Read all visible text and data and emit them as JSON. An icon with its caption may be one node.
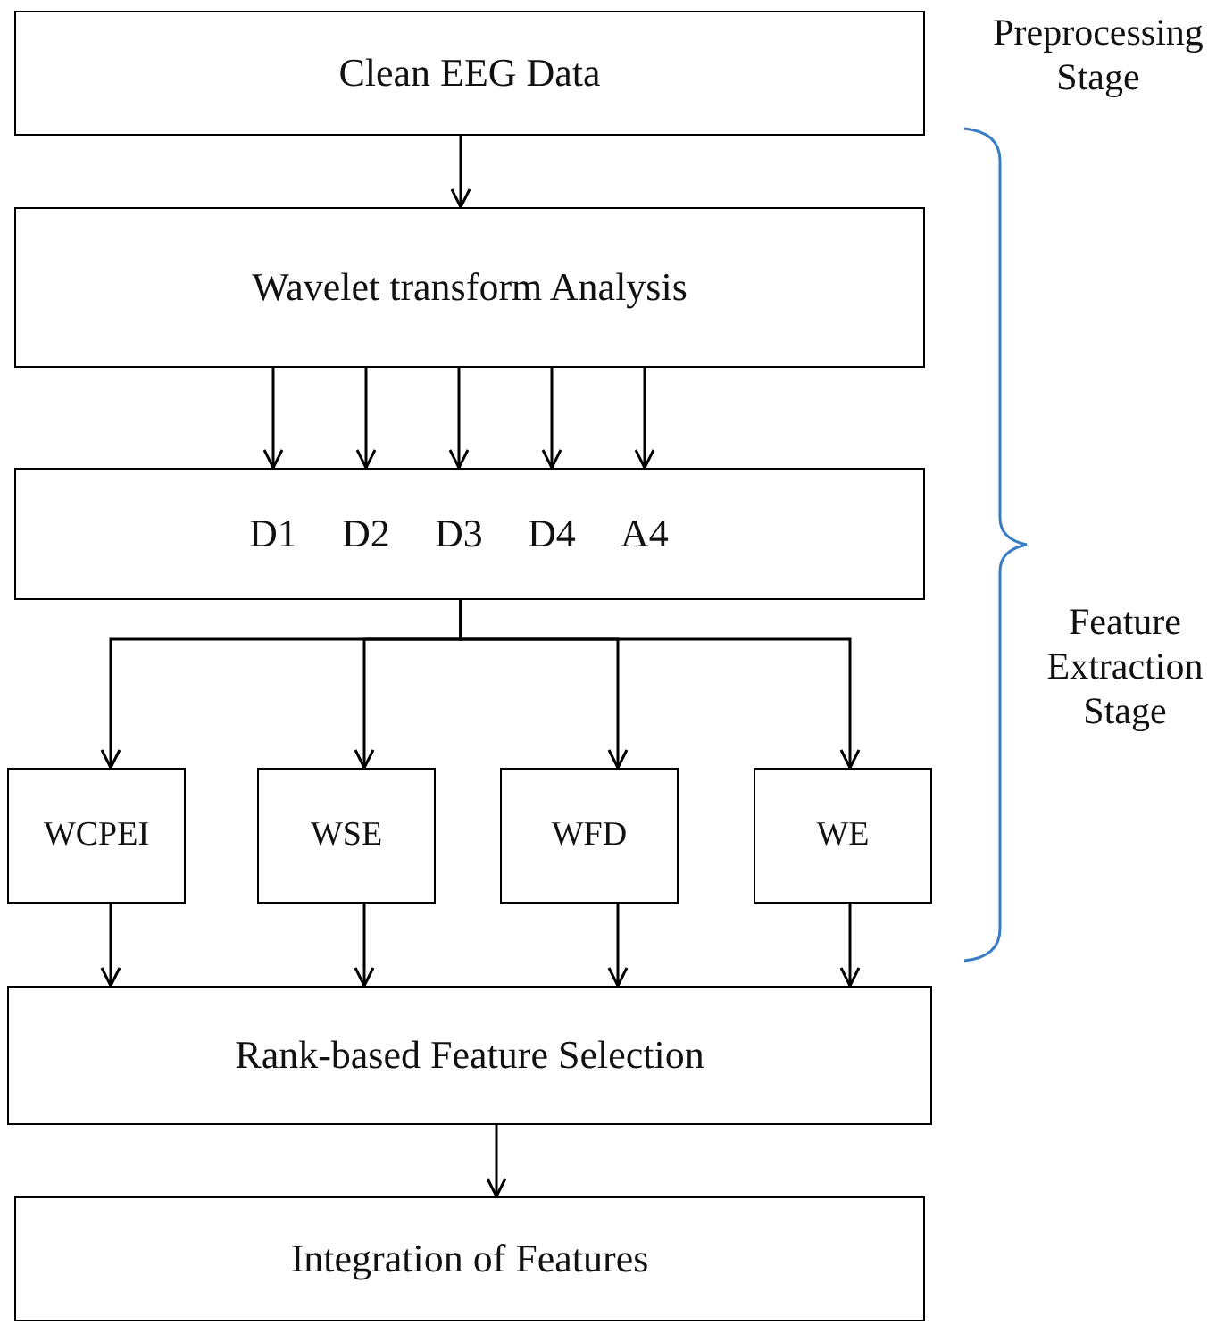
{
  "diagram": {
    "nodes": [
      {
        "text": [
          "Clean EEG Data"
        ]
      },
      {
        "text": [
          "Wavelet transform Analysis"
        ]
      },
      {
        "text": [
          "D1",
          "D2",
          "D3",
          "D4",
          "A4"
        ]
      },
      {
        "text": [
          "WCPEI"
        ]
      },
      {
        "text": [
          "WSE"
        ]
      },
      {
        "text": [
          "WFD"
        ]
      },
      {
        "text": [
          "WE"
        ]
      },
      {
        "text": [
          "Rank-based Feature Selection"
        ]
      },
      {
        "text": [
          "Integration of Features"
        ]
      }
    ],
    "edges": [
      {
        "from": 0,
        "to": 1,
        "arrow": "to"
      },
      {
        "from": 1,
        "to": 2,
        "arrow": "to"
      },
      {
        "from": 1,
        "to": 2,
        "arrow": "to"
      },
      {
        "from": 1,
        "to": 2,
        "arrow": "to"
      },
      {
        "from": 1,
        "to": 2,
        "arrow": "to"
      },
      {
        "from": 1,
        "to": 2,
        "arrow": "to"
      },
      {
        "from": 2,
        "to": 3,
        "arrow": "to"
      },
      {
        "from": 2,
        "to": 4,
        "arrow": "to"
      },
      {
        "from": 2,
        "to": 5,
        "arrow": "to"
      },
      {
        "from": 2,
        "to": 6,
        "arrow": "to"
      },
      {
        "from": 3,
        "to": 7,
        "arrow": "to"
      },
      {
        "from": 4,
        "to": 7,
        "arrow": "to"
      },
      {
        "from": 5,
        "to": 7,
        "arrow": "to"
      },
      {
        "from": 6,
        "to": 7,
        "arrow": "to"
      },
      {
        "from": 7,
        "to": 8,
        "arrow": "to"
      }
    ],
    "labels": [
      "Preprocessing Stage",
      "Feature Extraction Stage"
    ]
  }
}
